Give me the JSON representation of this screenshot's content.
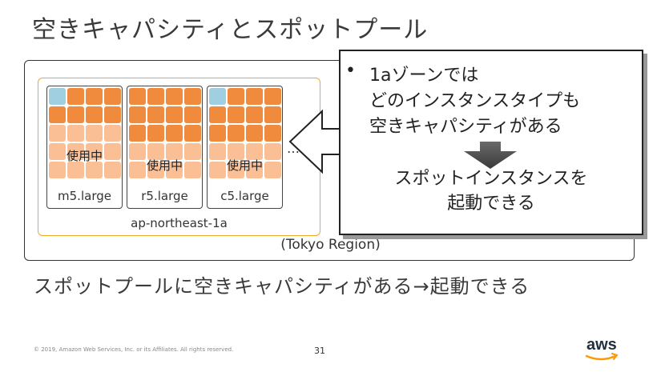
{
  "slide": {
    "title": "空きキャパシティとスポットプール",
    "summary": "スポットプールに空きキャパシティがある→起動できる",
    "copyright": "© 2019, Amazon Web Services, Inc. or its Affiliates. All rights reserved.",
    "page_number": "31",
    "logo_text": "aws"
  },
  "region": {
    "label": "(Tokyo Region)"
  },
  "az": {
    "label": "ap-northeast-1a"
  },
  "hosts": [
    {
      "type": "m5.large",
      "in_use": "使用中",
      "free_cells": 1,
      "dark_rows": 2
    },
    {
      "type": "r5.large",
      "in_use": "使用中",
      "free_cells": 0,
      "dark_rows": 3
    },
    {
      "type": "c5.large",
      "in_use": "使用中",
      "free_cells": 1,
      "dark_rows": 3
    }
  ],
  "ellipsis": "…",
  "callout": {
    "bullet": "•",
    "lines": [
      "1aゾーンでは",
      "どのインスタンスタイプも",
      "空きキャパシティがある"
    ],
    "result_lines": [
      "スポットインスタンスを",
      "起動できる"
    ]
  },
  "colors": {
    "free": "#9fcfe0",
    "used_dark": "#f08a3c",
    "used_light": "#fbbf95",
    "az_border": "#f0a830"
  }
}
